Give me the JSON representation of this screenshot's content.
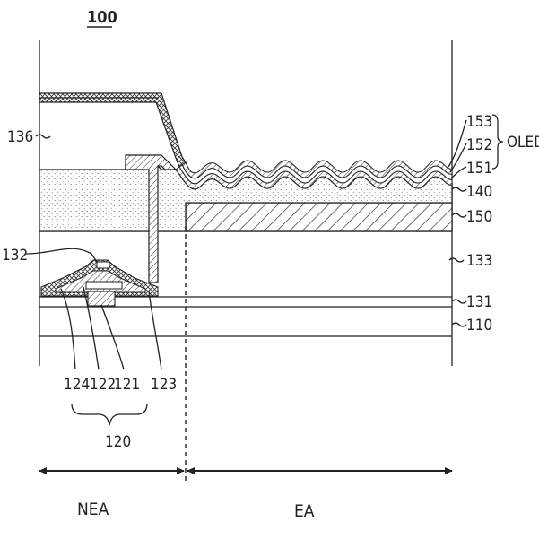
{
  "figure": {
    "number": "100",
    "labels": {
      "n136": "136",
      "n132": "132",
      "n153": "153",
      "n152": "152",
      "n151": "151",
      "oled": "OLED",
      "n140": "140",
      "n150": "150",
      "n133": "133",
      "n131": "131",
      "n110": "110",
      "n124": "124",
      "n122": "122",
      "n121": "121",
      "n123": "123",
      "n120": "120",
      "nea": "NEA",
      "ea": "EA"
    }
  }
}
